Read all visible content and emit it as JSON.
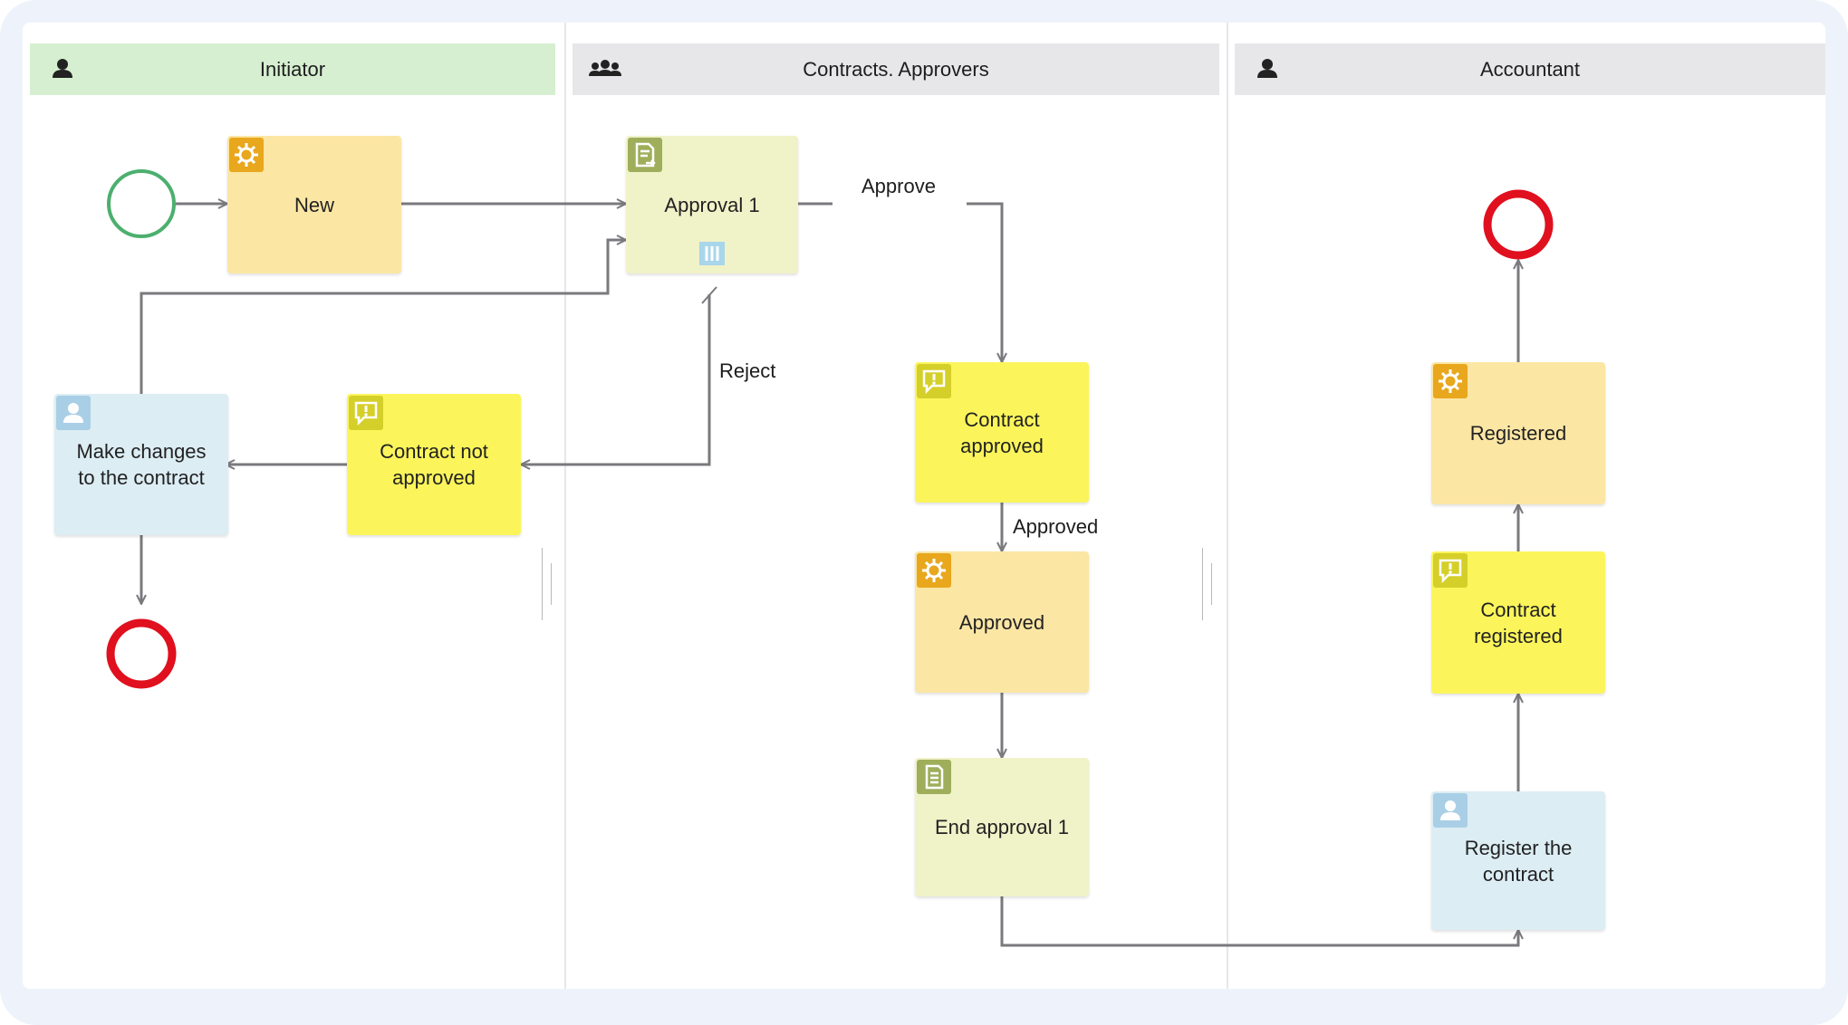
{
  "lanes": [
    {
      "title": "Initiator",
      "icon": "user-icon",
      "color": "#d6efd0"
    },
    {
      "title": "Contracts. Approvers",
      "icon": "users-group-icon",
      "color": "#e7e7ea"
    },
    {
      "title": "Accountant",
      "icon": "user-icon",
      "color": "#e7e7ea"
    }
  ],
  "nodes": {
    "new": {
      "label": "New",
      "icon": "gear-icon"
    },
    "approval1": {
      "label": "Approval 1",
      "icon": "document-arrow-icon"
    },
    "make_changes": {
      "label": "Make changes\nto the contract",
      "icon": "person-icon"
    },
    "contract_not_approved": {
      "label": "Contract not\napproved",
      "icon": "notification-icon"
    },
    "contract_approved": {
      "label": "Contract\napproved",
      "icon": "notification-icon"
    },
    "approved": {
      "label": "Approved",
      "icon": "gear-icon"
    },
    "end_approval1": {
      "label": "End approval 1",
      "icon": "document-icon"
    },
    "registered": {
      "label": "Registered",
      "icon": "gear-icon"
    },
    "contract_registered": {
      "label": "Contract\nregistered",
      "icon": "notification-icon"
    },
    "register_contract": {
      "label": "Register the\ncontract",
      "icon": "person-icon"
    }
  },
  "edge_labels": {
    "approve": "Approve",
    "reject": "Reject",
    "approved": "Approved"
  },
  "colors": {
    "start_event": "#4caf6e",
    "end_event": "#e0101e",
    "connector": "#7a7a7e"
  }
}
